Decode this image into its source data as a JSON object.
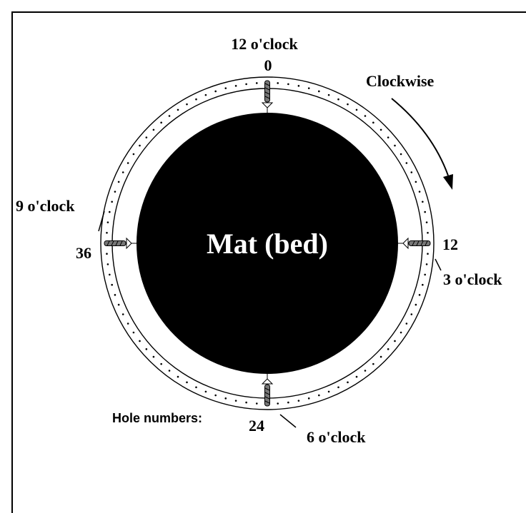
{
  "diagram": {
    "mat_label": "Mat (bed)",
    "direction_label": "Clockwise",
    "hole_numbers_label": "Hole numbers:",
    "positions": {
      "top": {
        "clock": "12 o'clock",
        "hole": "0"
      },
      "right": {
        "clock": "3 o'clock",
        "hole": "12"
      },
      "bottom": {
        "clock": "6 o'clock",
        "hole": "24"
      },
      "left": {
        "clock": "9 o'clock",
        "hole": "36"
      }
    }
  },
  "colors": {
    "mat": "#000000",
    "frame": "#000000",
    "background": "#ffffff"
  }
}
